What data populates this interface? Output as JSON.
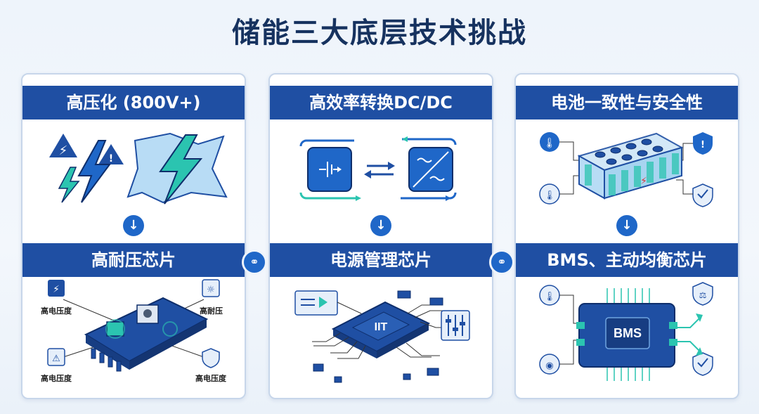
{
  "title": "储能三大底层技术挑战",
  "cards": [
    {
      "challenge": "高压化 (800V+)",
      "chip": "高耐压芯片",
      "labels": [
        "高电压度",
        "高耐压",
        "高电压度",
        "高电压度"
      ]
    },
    {
      "challenge": "高效率转换DC/DC",
      "chip": "电源管理芯片"
    },
    {
      "challenge": "电池一致性与安全性",
      "chip": "BMS、主动均衡芯片",
      "board_text": "BMS"
    }
  ],
  "icons": {
    "down_arrow": "↓",
    "link": "⚭"
  },
  "colors": {
    "header_blue": "#1f4fa3",
    "accent_teal": "#2bc4b0",
    "icon_blue": "#1f67c8"
  }
}
